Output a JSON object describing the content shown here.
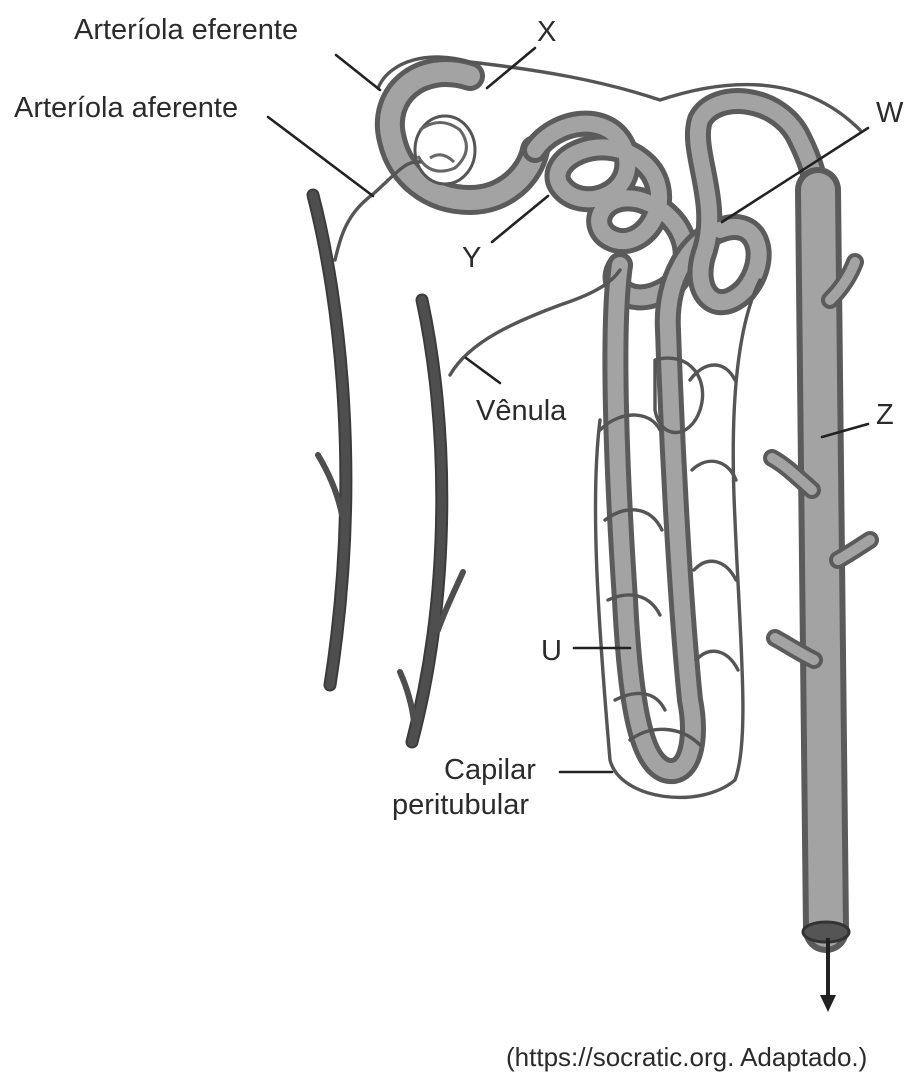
{
  "labels": {
    "arteriola_eferente": "Arteríola eferente",
    "arteriola_aferente": "Arteríola aferente",
    "x": "X",
    "w": "W",
    "y": "Y",
    "venula": "Vênula",
    "z": "Z",
    "u": "U",
    "capilar_line1": "Capilar",
    "capilar_line2": "peritubular"
  },
  "source": "(https://socratic.org. Adaptado.)"
}
